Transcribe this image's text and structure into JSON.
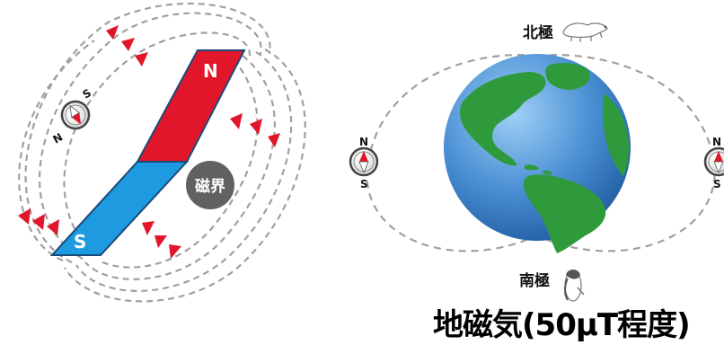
{
  "bar_magnet": {
    "north_label": "N",
    "south_label": "S",
    "north_color": "#e2162a",
    "south_color": "#1e9be0",
    "field_badge_label": "磁界",
    "field_badge_color": "#616161",
    "compass": {
      "top_label": "S",
      "bottom_label": "N"
    }
  },
  "earth": {
    "north_pole_label": "北極",
    "south_pole_label": "南極",
    "north_pole_icon": "polar-bear-icon",
    "south_pole_icon": "penguin-icon",
    "left_compass": {
      "top_label": "N",
      "bottom_label": "S"
    },
    "right_compass": {
      "top_label": "N",
      "bottom_label": "S"
    },
    "ocean_color": "#4a8fd4",
    "land_color": "#2f9a3c"
  },
  "caption": "地磁気(50μT程度)",
  "field_line_color": "#9e9e9e",
  "arrow_color": "#e2162a"
}
